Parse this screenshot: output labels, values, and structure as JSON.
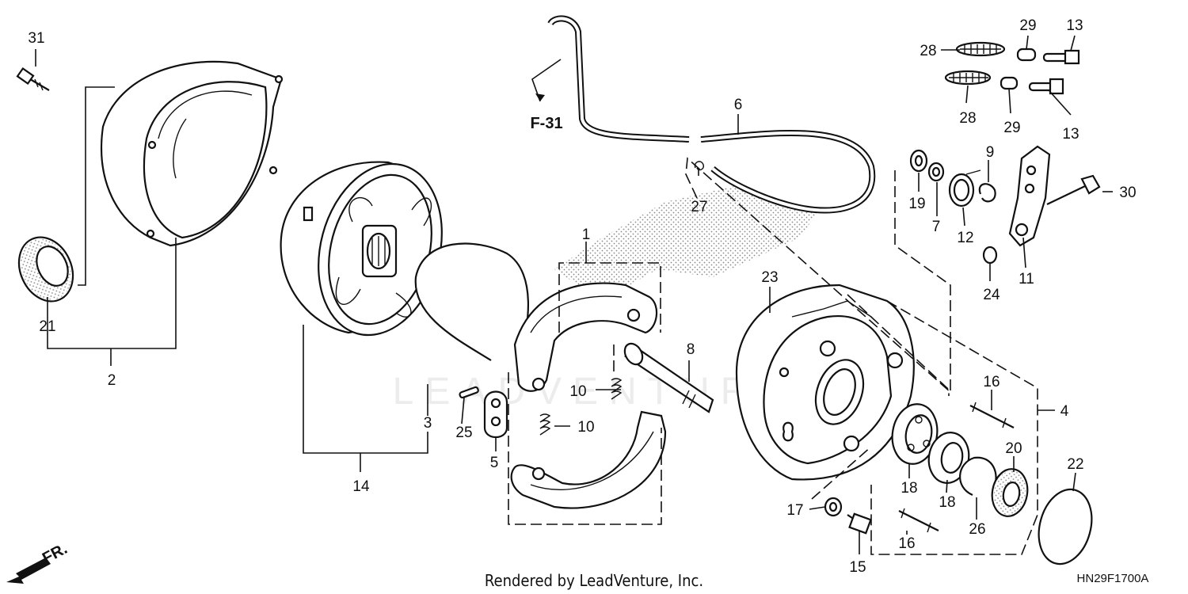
{
  "diagram_code": "HN29F1700A",
  "footer_credit": "Rendered by LeadVenture, Inc.",
  "watermark": "LEADVENTURE",
  "ref_callout": "F-31",
  "front_arrow_label": "FR.",
  "part_labels": {
    "p1": "1",
    "p2": "2",
    "p3": "3",
    "p4": "4",
    "p5": "5",
    "p6": "6",
    "p7": "7",
    "p8": "8",
    "p9": "9",
    "p10a": "10",
    "p10b": "10",
    "p11": "11",
    "p12": "12",
    "p13a": "13",
    "p13b": "13",
    "p14": "14",
    "p15": "15",
    "p16a": "16",
    "p16b": "16",
    "p17": "17",
    "p18a": "18",
    "p18b": "18",
    "p19": "19",
    "p20": "20",
    "p21": "21",
    "p22": "22",
    "p23": "23",
    "p24": "24",
    "p25": "25",
    "p26": "26",
    "p27": "27",
    "p28a": "28",
    "p28b": "28",
    "p29a": "29",
    "p29b": "29",
    "p30": "30",
    "p31": "31"
  }
}
